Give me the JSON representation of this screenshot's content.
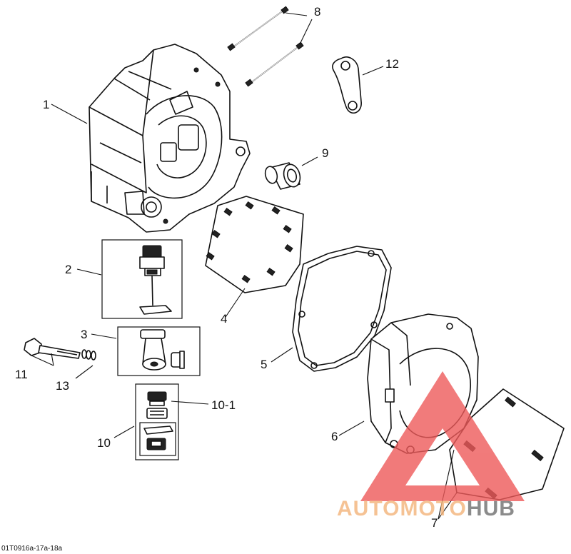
{
  "callouts": {
    "c1": "1",
    "c2": "2",
    "c3": "3",
    "c4": "4",
    "c5": "5",
    "c6": "6",
    "c7": "7",
    "c8": "8",
    "c9": "9",
    "c10": "10",
    "c10_1": "10-1",
    "c11": "11",
    "c12": "12",
    "c13": "13"
  },
  "figure_code": "01T0916a-17a-18a",
  "watermark": {
    "part_a": "AUTO",
    "part_b": "MOTO",
    "part_c": "HUB",
    "color_primary": "#f3b47a",
    "color_secondary": "#6f6f6f",
    "color_triangle": "#ee5a5a"
  }
}
